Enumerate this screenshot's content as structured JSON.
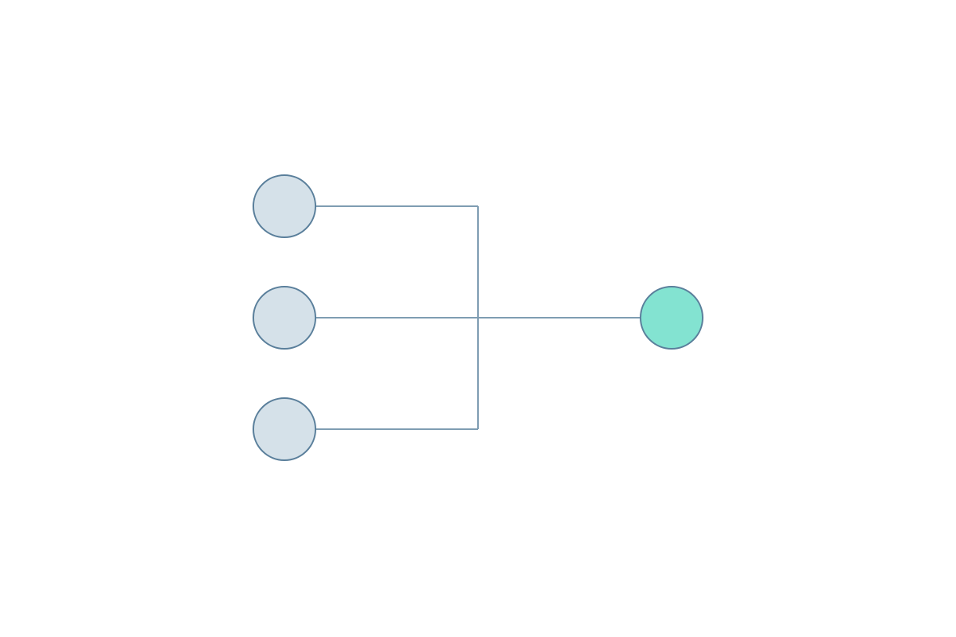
{
  "diagram": {
    "type": "merge-tree",
    "colors": {
      "background": "#ffffff",
      "edge": "#7f9db2",
      "node_stroke": "#5a7f9b",
      "source_fill": "#d5e1e9",
      "target_fill": "#83e3d1"
    },
    "nodes": [
      {
        "id": "source-top",
        "role": "source"
      },
      {
        "id": "source-middle",
        "role": "source"
      },
      {
        "id": "source-bottom",
        "role": "source"
      },
      {
        "id": "target",
        "role": "target"
      }
    ],
    "edges": [
      {
        "from": "source-top",
        "to": "target"
      },
      {
        "from": "source-middle",
        "to": "target"
      },
      {
        "from": "source-bottom",
        "to": "target"
      }
    ]
  }
}
